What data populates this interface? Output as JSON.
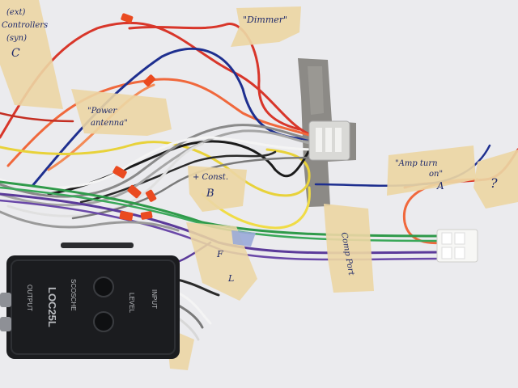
{
  "photo": {
    "colors": {
      "background": "#ebebee",
      "tape": "#ecd6a4",
      "duct_tape": "#8c8a86",
      "device_body": "#1b1c1f",
      "ink": "#1f2a6b",
      "wire_red": "#d8362a",
      "wire_orange": "#f0683c",
      "wire_blue": "#1e2f8f",
      "wire_yellow": "#e8d23a",
      "wire_green": "#2f9a4a",
      "wire_purple": "#5b3a9a",
      "wire_gray": "#8a8a8a",
      "wire_white": "#f4f4f4",
      "connector_orange": "#ea4a20"
    },
    "labels": {
      "tape_topleft_1": "(ext)",
      "tape_topleft_2": "Controllers",
      "tape_topleft_3": "(syn)",
      "tape_topleft_letter": "C",
      "tape_dimmer": "\"Dimmer\"",
      "tape_power_antenna_1": "\"Power",
      "tape_power_antenna_2": "antenna\"",
      "tape_const_1": "+ Const.",
      "tape_const_letter": "B",
      "tape_amp_1": "\"Amp turn",
      "tape_amp_2": "on\"",
      "tape_amp_letter": "A",
      "tape_right_mark": "?",
      "tape_center_vertical": "Comp Port",
      "tape_small_1": "F",
      "tape_small_2": "L"
    },
    "device": {
      "model": "LOC25L",
      "brand": "SCOSCHE",
      "output_label": "OUTPUT",
      "input_label": "INPUT",
      "level_label": "LEVEL"
    }
  }
}
